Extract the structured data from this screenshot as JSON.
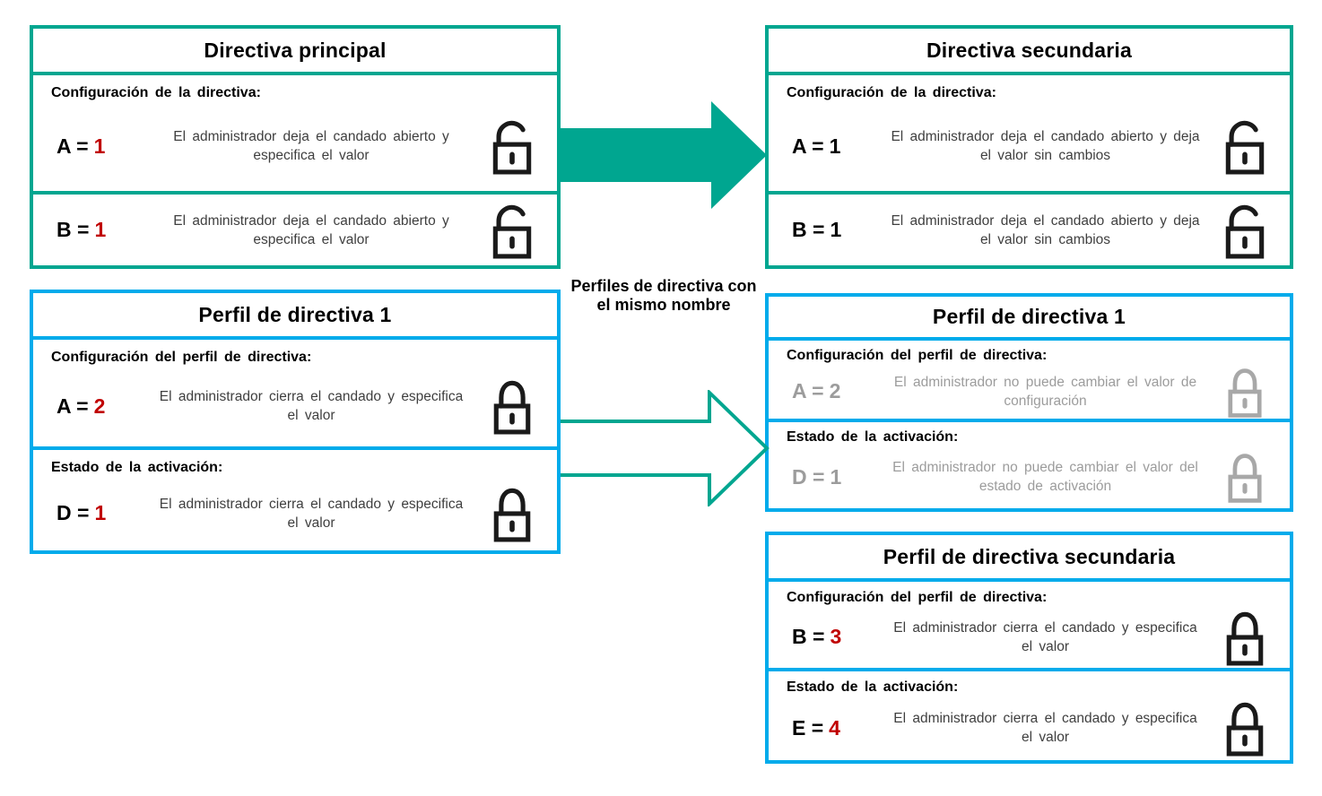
{
  "colors": {
    "teal": "#00A690",
    "blue": "#00ABEB",
    "red": "#C00000",
    "gray": "#9C9C9C",
    "text": "#3F3F3F"
  },
  "arrow_label": "Perfiles de directiva con el mismo nombre",
  "panels": {
    "main_policy": {
      "title": "Directiva principal",
      "sections": [
        {
          "heading": "Configuración  de la directiva:",
          "eq_label": "A =",
          "eq_value": "1",
          "desc": "El administrador  deja  el candado  abierto  y especifica  el valor",
          "lock": "open"
        },
        {
          "eq_label": "B =",
          "eq_value": "1",
          "desc": "El administrador  deja  el candado  abierto  y especifica  el valor",
          "lock": "open"
        }
      ]
    },
    "secondary_policy": {
      "title": "Directiva secundaria",
      "sections": [
        {
          "heading": "Configuración  de la directiva:",
          "eq_label": "A =",
          "eq_value": "1",
          "desc": "El administrador  deja  el candado  abierto  y deja  el valor  sin cambios",
          "lock": "open"
        },
        {
          "eq_label": "B =",
          "eq_value": "1",
          "desc": "El administrador  deja  el candado  abierto  y deja  el valor  sin cambios",
          "lock": "open"
        }
      ]
    },
    "profile1": {
      "title": "Perfil de directiva 1",
      "sections": [
        {
          "heading": "Configuración  del perfil  de directiva:",
          "eq_label": "A =",
          "eq_value": "2",
          "desc": "El administrador  cierra  el candado  y especifica el valor",
          "lock": "closed"
        },
        {
          "heading": "Estado  de la activación:",
          "eq_label": "D =",
          "eq_value": "1",
          "desc": "El administrador  cierra  el candado  y especifica el valor",
          "lock": "closed"
        }
      ]
    },
    "profile1_applied": {
      "title": "Perfil de directiva 1",
      "sections": [
        {
          "heading": "Configuración  del perfil  de directiva:",
          "eq_label": "A =",
          "eq_value": "2",
          "desc": "El administrador  no puede  cambiar  el valor  de configuración",
          "lock": "closed"
        },
        {
          "heading": "Estado  de la activación:",
          "eq_label": "D =",
          "eq_value": "1",
          "desc": "El administrador  no puede  cambiar  el valor del estado  de activación",
          "lock": "closed"
        }
      ]
    },
    "secondary_profile": {
      "title": "Perfil de directiva secundaria",
      "sections": [
        {
          "heading": "Configuración  del perfil  de directiva:",
          "eq_label": "B =",
          "eq_value": "3",
          "desc": "El administrador  cierra  el candado  y especifica el valor",
          "lock": "closed"
        },
        {
          "heading": "Estado  de la activación:",
          "eq_label": "E =",
          "eq_value": "4",
          "desc": "El administrador  cierra  el candado  y especifica el valor",
          "lock": "closed"
        }
      ]
    }
  }
}
